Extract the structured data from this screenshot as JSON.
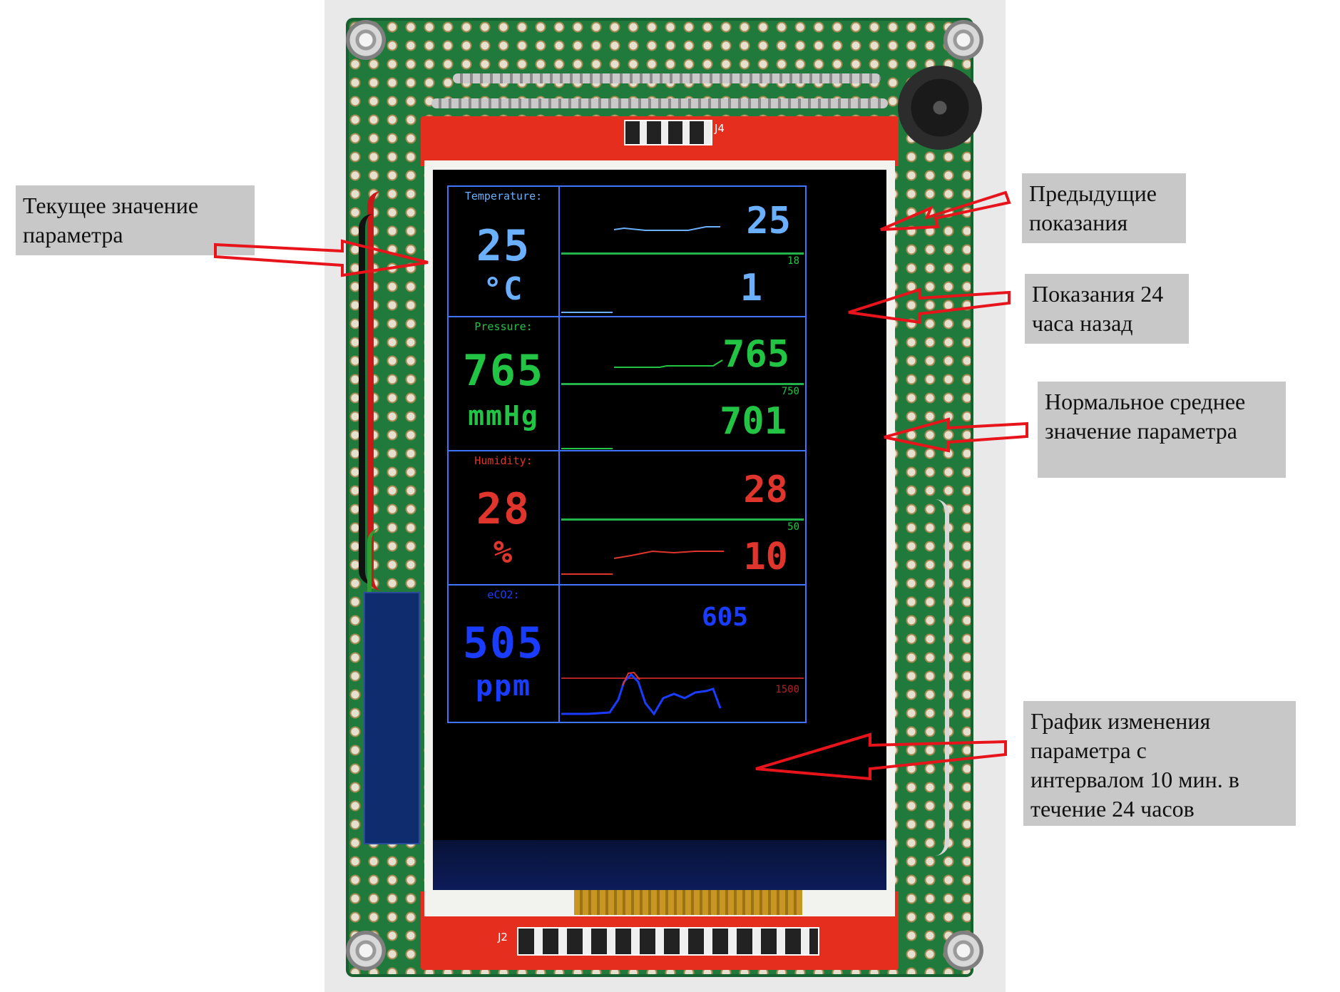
{
  "callouts": {
    "current_value": [
      "Текущее значение",
      "параметра"
    ],
    "previous_readings": [
      "Предыдущие",
      "показания"
    ],
    "readings_24h_ago": [
      "Показания 24",
      "часа назад"
    ],
    "normal_average": [
      "Нормальное среднее",
      "значение параметра"
    ],
    "change_graph": [
      "График изменения",
      "параметра с",
      "интервалом 10 мин. в",
      "течение 24 часов"
    ]
  },
  "display": {
    "temperature": {
      "label": "Temperature:",
      "current": "25",
      "unit": "°C",
      "previous": "25",
      "ago_24h": "1",
      "norm": "18",
      "color": "#6ab0ff"
    },
    "pressure": {
      "label": "Pressure:",
      "current": "765",
      "unit": "mmHg",
      "previous": "765",
      "ago_24h": "701",
      "norm": "750",
      "color": "#22c444"
    },
    "humidity": {
      "label": "Humidity:",
      "current": "28",
      "unit": "%",
      "previous": "28",
      "ago_24h": "10",
      "norm": "50",
      "color": "#e0352c"
    },
    "eco2": {
      "label": "eCO2:",
      "current": "505",
      "unit": "ppm",
      "previous": "605",
      "norm": "1500",
      "color": "#1a3cff"
    }
  },
  "board": {
    "connector_top": "J4",
    "connector_bottom": "J2",
    "pcb_color": "#1f7a3c",
    "lcd_pcb_color": "#e62e1e",
    "arrow_color": "#e8141b"
  }
}
